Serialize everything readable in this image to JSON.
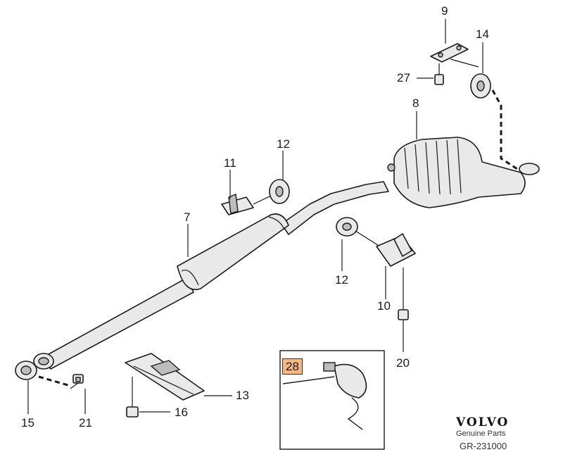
{
  "callouts": [
    {
      "id": "9",
      "text": "9"
    },
    {
      "id": "14",
      "text": "14"
    },
    {
      "id": "27",
      "text": "27"
    },
    {
      "id": "8",
      "text": "8"
    },
    {
      "id": "11",
      "text": "11"
    },
    {
      "id": "12a",
      "text": "12"
    },
    {
      "id": "7",
      "text": "7"
    },
    {
      "id": "12b",
      "text": "12"
    },
    {
      "id": "10",
      "text": "10"
    },
    {
      "id": "20",
      "text": "20"
    },
    {
      "id": "28",
      "text": "28"
    },
    {
      "id": "13",
      "text": "13"
    },
    {
      "id": "16",
      "text": "16"
    },
    {
      "id": "15",
      "text": "15"
    },
    {
      "id": "21",
      "text": "21"
    }
  ],
  "brand": {
    "name": "VOLVO",
    "tagline": "Genuine Parts",
    "reference": "GR-231000"
  }
}
